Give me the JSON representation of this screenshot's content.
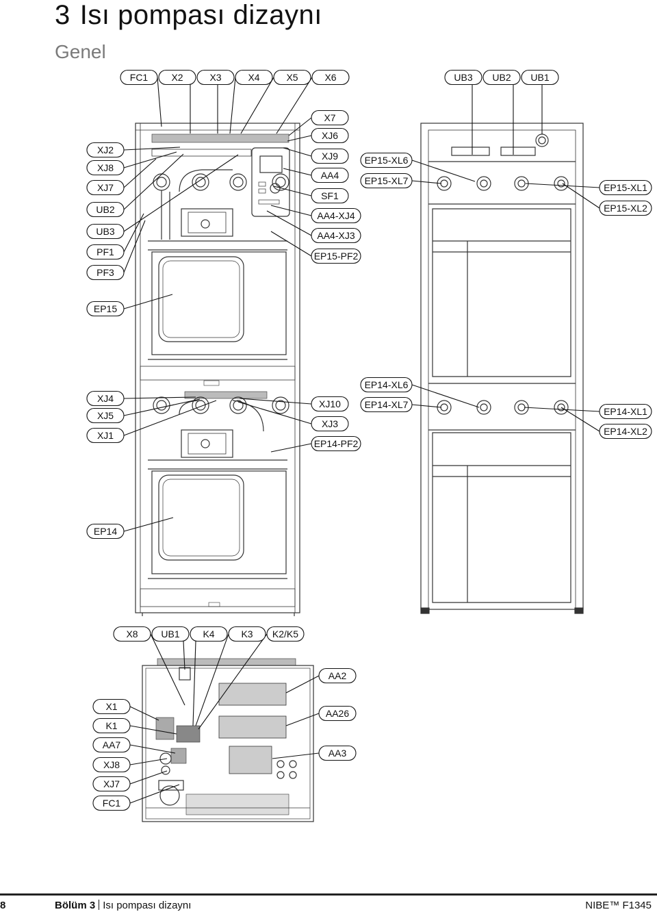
{
  "header": {
    "chapter_number": "3",
    "chapter_title": "Isı pompası dizaynı",
    "section_title": "Genel"
  },
  "labels": {
    "FC1": "FC1",
    "X2": "X2",
    "X3": "X3",
    "X4": "X4",
    "X5": "X5",
    "X6": "X6",
    "UB3": "UB3",
    "UB2": "UB2",
    "UB1": "UB1",
    "XJ2": "XJ2",
    "XJ8": "XJ8",
    "XJ7": "XJ7",
    "PF1": "PF1",
    "PF3": "PF3",
    "X7": "X7",
    "XJ6": "XJ6",
    "XJ9": "XJ9",
    "AA4": "AA4",
    "SF1": "SF1",
    "AA4-XJ4": "AA4-XJ4",
    "AA4-XJ3": "AA4-XJ3",
    "EP15-PF2": "EP15-PF2",
    "EP15-XL6": "EP15-XL6",
    "EP15-XL7": "EP15-XL7",
    "EP15-XL1": "EP15-XL1",
    "EP15-XL2": "EP15-XL2",
    "EP15": "EP15",
    "XJ4": "XJ4",
    "XJ5": "XJ5",
    "XJ1": "XJ1",
    "XJ10": "XJ10",
    "XJ3": "XJ3",
    "EP14-PF2": "EP14-PF2",
    "EP14-XL6": "EP14-XL6",
    "EP14-XL7": "EP14-XL7",
    "EP14-XL1": "EP14-XL1",
    "EP14-XL2": "EP14-XL2",
    "EP14": "EP14",
    "X8": "X8",
    "K4": "K4",
    "K3": "K3",
    "K2/K5": "K2/K5",
    "X1": "X1",
    "K1": "K1",
    "AA7": "AA7",
    "AA2": "AA2",
    "AA26": "AA26",
    "AA3": "AA3"
  },
  "footer": {
    "page_number": "8",
    "chapter_prefix": "Bölüm 3",
    "chapter_name": "Isı pompası dizaynı",
    "brand": "NIBE™ F1345"
  }
}
